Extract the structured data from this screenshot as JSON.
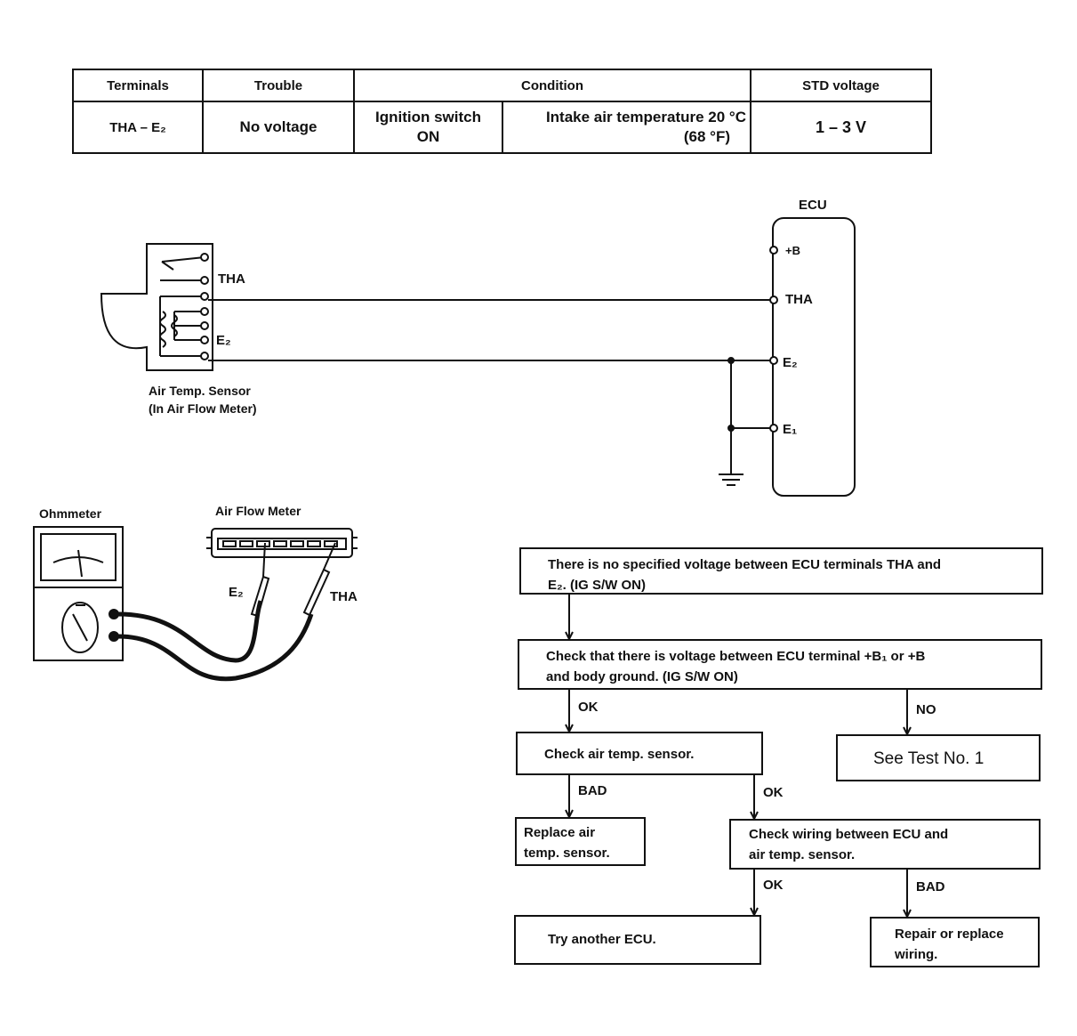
{
  "table": {
    "headers": [
      "Terminals",
      "Trouble",
      "Condition",
      "STD voltage"
    ],
    "row": {
      "terminals": "THA – E₂",
      "trouble": "No voltage",
      "condition_switch_1": "Ignition switch",
      "condition_switch_2": "ON",
      "condition_temp_1": "Intake air temperature 20 °C",
      "condition_temp_2": "(68 °F)",
      "std_voltage": "1 – 3 V"
    }
  },
  "circuit": {
    "ecu_label": "ECU",
    "ecu_pins": [
      "+B",
      "THA",
      "E₂",
      "E₁"
    ],
    "sensor_pins": [
      "THA",
      "E₂"
    ],
    "sensor_caption_1": "Air Temp. Sensor",
    "sensor_caption_2": "(In Air Flow Meter)"
  },
  "measurement": {
    "ohmmeter_label": "Ohmmeter",
    "afm_label": "Air Flow Meter",
    "probe_e2": "E₂",
    "probe_tha": "THA"
  },
  "flowchart": {
    "start": [
      "There is no specified voltage between ECU terminals THA and",
      "E₂. (IG S/W ON)"
    ],
    "check_voltage": [
      "Check that there is voltage between ECU terminal +B₁ or +B",
      "and body ground. (IG S/W ON)"
    ],
    "check_sensor": "Check air temp. sensor.",
    "see_test": "See Test No. 1",
    "replace_sensor": [
      "Replace air",
      "temp. sensor."
    ],
    "check_wiring": [
      "Check wiring between ECU and",
      "air temp. sensor."
    ],
    "try_ecu": "Try another ECU.",
    "repair": [
      "Repair or replace",
      "wiring."
    ],
    "labels": {
      "ok": "OK",
      "no": "NO",
      "bad": "BAD"
    }
  }
}
